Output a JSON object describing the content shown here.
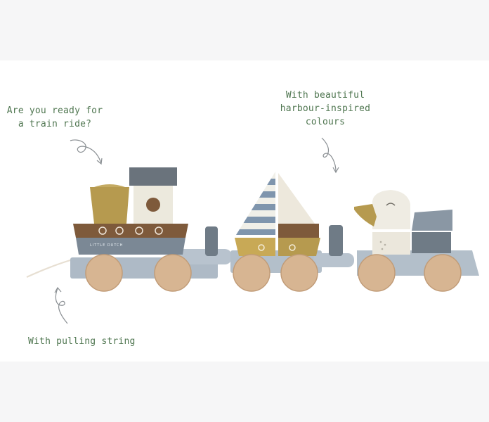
{
  "captions": {
    "ready": [
      "Are you ready for",
      "a train ride?"
    ],
    "colours": [
      "With beautiful",
      "harbour-inspired",
      "colours"
    ],
    "string": [
      "With pulling string"
    ]
  },
  "brand_text": "LITTLE DUTCH",
  "colors": {
    "caption_green": "#4f7650",
    "ochre": "#b69a4f",
    "brown": "#7e5a3b",
    "slate": "#6f7b86",
    "light_blue": "#a9b6c3",
    "wood": "#d7b592",
    "cream": "#ece9dd"
  }
}
